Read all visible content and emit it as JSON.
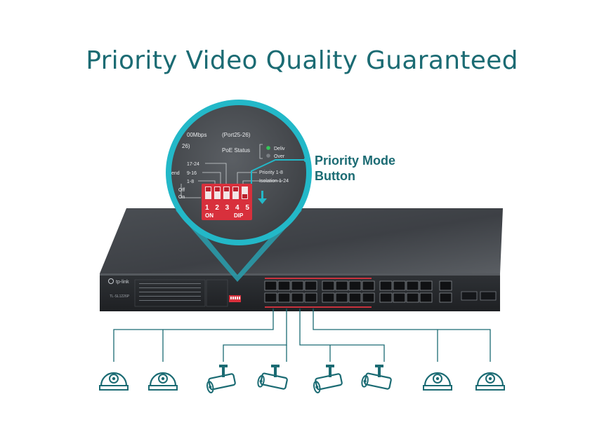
{
  "headline": "Priority Video Quality Guaranteed",
  "callout": {
    "line1": "Priority Mode",
    "line2": "Button"
  },
  "zoom": {
    "speed_text": "00Mbps",
    "port_range": "(Port25-26)",
    "port_frag": "26)",
    "poe_status": "PoE Status",
    "deliv_frag": "Deliv",
    "over_frag": "Over",
    "range_17_24": "17-24",
    "range_9_16": "9-16",
    "range_1_8": "1-8",
    "end_frag": "end",
    "off": "Off",
    "on": "On",
    "priority": "Priority  1-8",
    "isolation": "Isolation  1-24",
    "dip_numbers": "1 2 3 4 5",
    "dip_on": "ON",
    "dip_label": "DIP"
  },
  "switch": {
    "brand": "tp-link",
    "model": "TL-SL1226P"
  },
  "colors": {
    "accent": "#1b6b73",
    "callout": "#23b8c8",
    "dip_red": "#d8303c",
    "chassis": "#3a3d41"
  },
  "cameras": [
    "dome-camera-icon",
    "dome-camera-icon",
    "bullet-camera-icon",
    "bullet-camera-icon",
    "bullet-camera-icon",
    "bullet-camera-icon",
    "dome-camera-icon",
    "dome-camera-icon"
  ]
}
